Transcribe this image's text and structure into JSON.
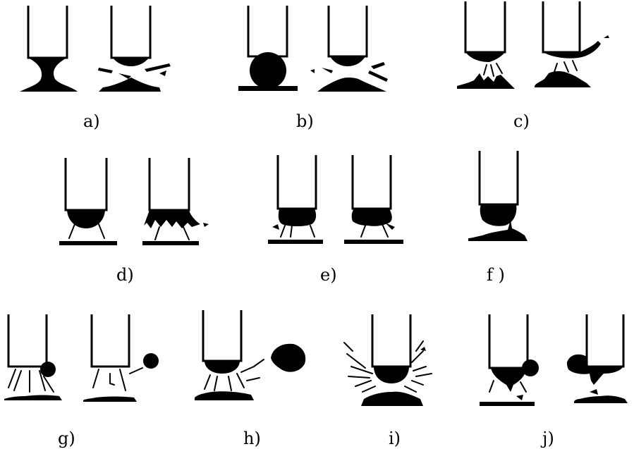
{
  "figure": {
    "labels": {
      "a": "a)",
      "b": "b)",
      "c": "c)",
      "d": "d)",
      "e": "e)",
      "f": "f )",
      "g": "g)",
      "h": "h)",
      "i": "i)",
      "j": "j)"
    }
  },
  "colors": {
    "ink": "#000000",
    "background": "#ffffff"
  }
}
